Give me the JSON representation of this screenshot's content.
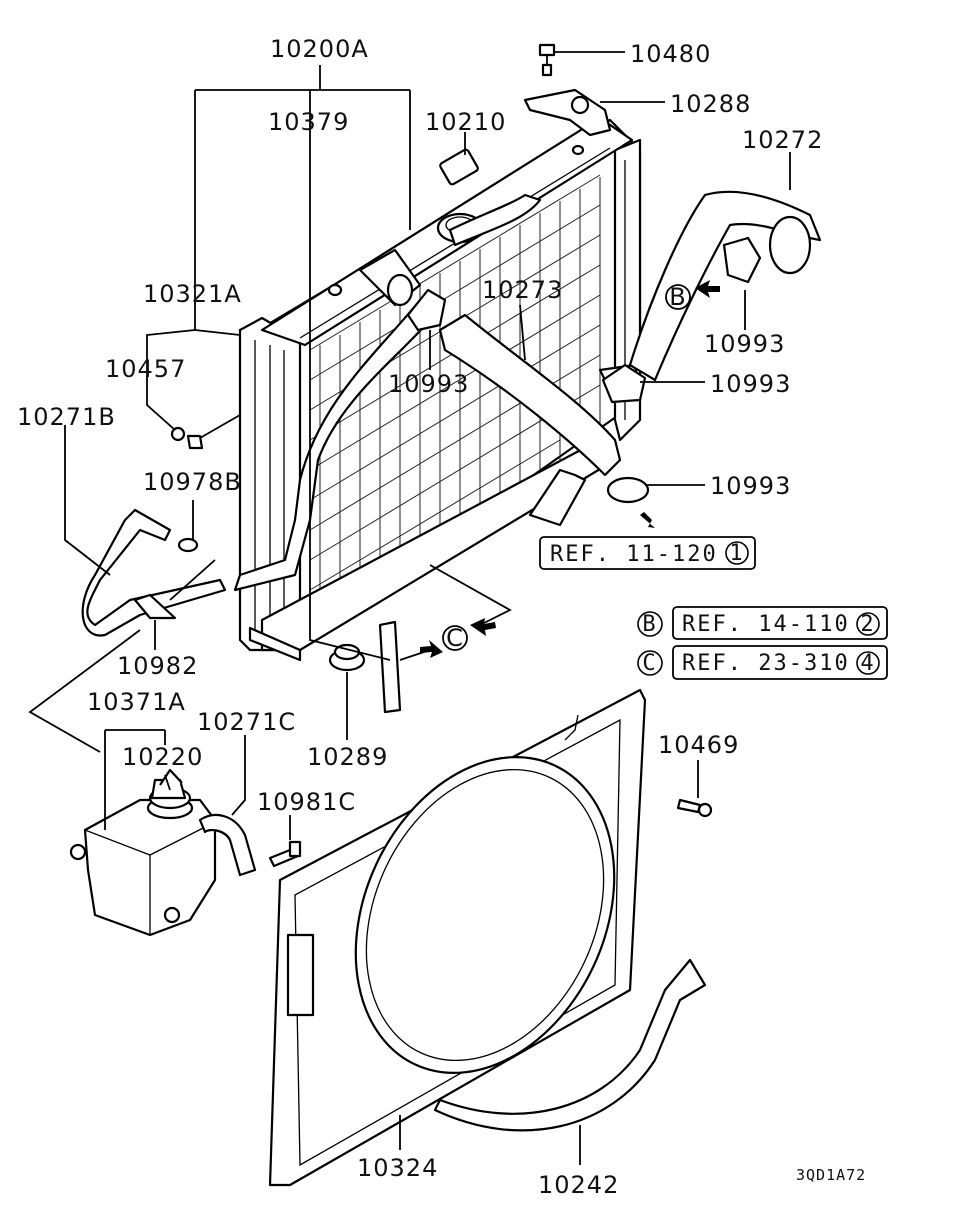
{
  "labels": {
    "radiator_assy": "10200A",
    "overflow_hose_10379": "10379",
    "radiator_cap_label": "10210",
    "bolt_10480": "10480",
    "bracket_10288": "10288",
    "upper_hose": "10272",
    "drain_kit": "10321A",
    "lower_hose": "10273",
    "clamp_upper_left": "10993",
    "clamp_b": "10993",
    "clamp_mid": "10993",
    "clamp_lower": "10993",
    "plug_10457": "10457",
    "hose_10271b": "10271B",
    "clip_10978b": "10978B",
    "clip_10982": "10982",
    "reserve_tank_assy": "10371A",
    "tank_cap": "10220",
    "hose_10271c": "10271C",
    "bolt_10981c": "10981C",
    "mount_10289": "10289",
    "bolt_10469": "10469",
    "shroud": "10324",
    "lower_shroud": "10242",
    "diagram_code": "3QD1A72"
  },
  "refs": {
    "ref1": {
      "text": "REF. 11-120",
      "num": "1"
    },
    "ref2": {
      "letter": "B",
      "text": "REF. 14-110",
      "num": "2"
    },
    "ref3": {
      "letter": "C",
      "text": "REF. 23-310",
      "num": "4"
    }
  },
  "markers": {
    "b_upper": "B",
    "c_lower": "C"
  }
}
